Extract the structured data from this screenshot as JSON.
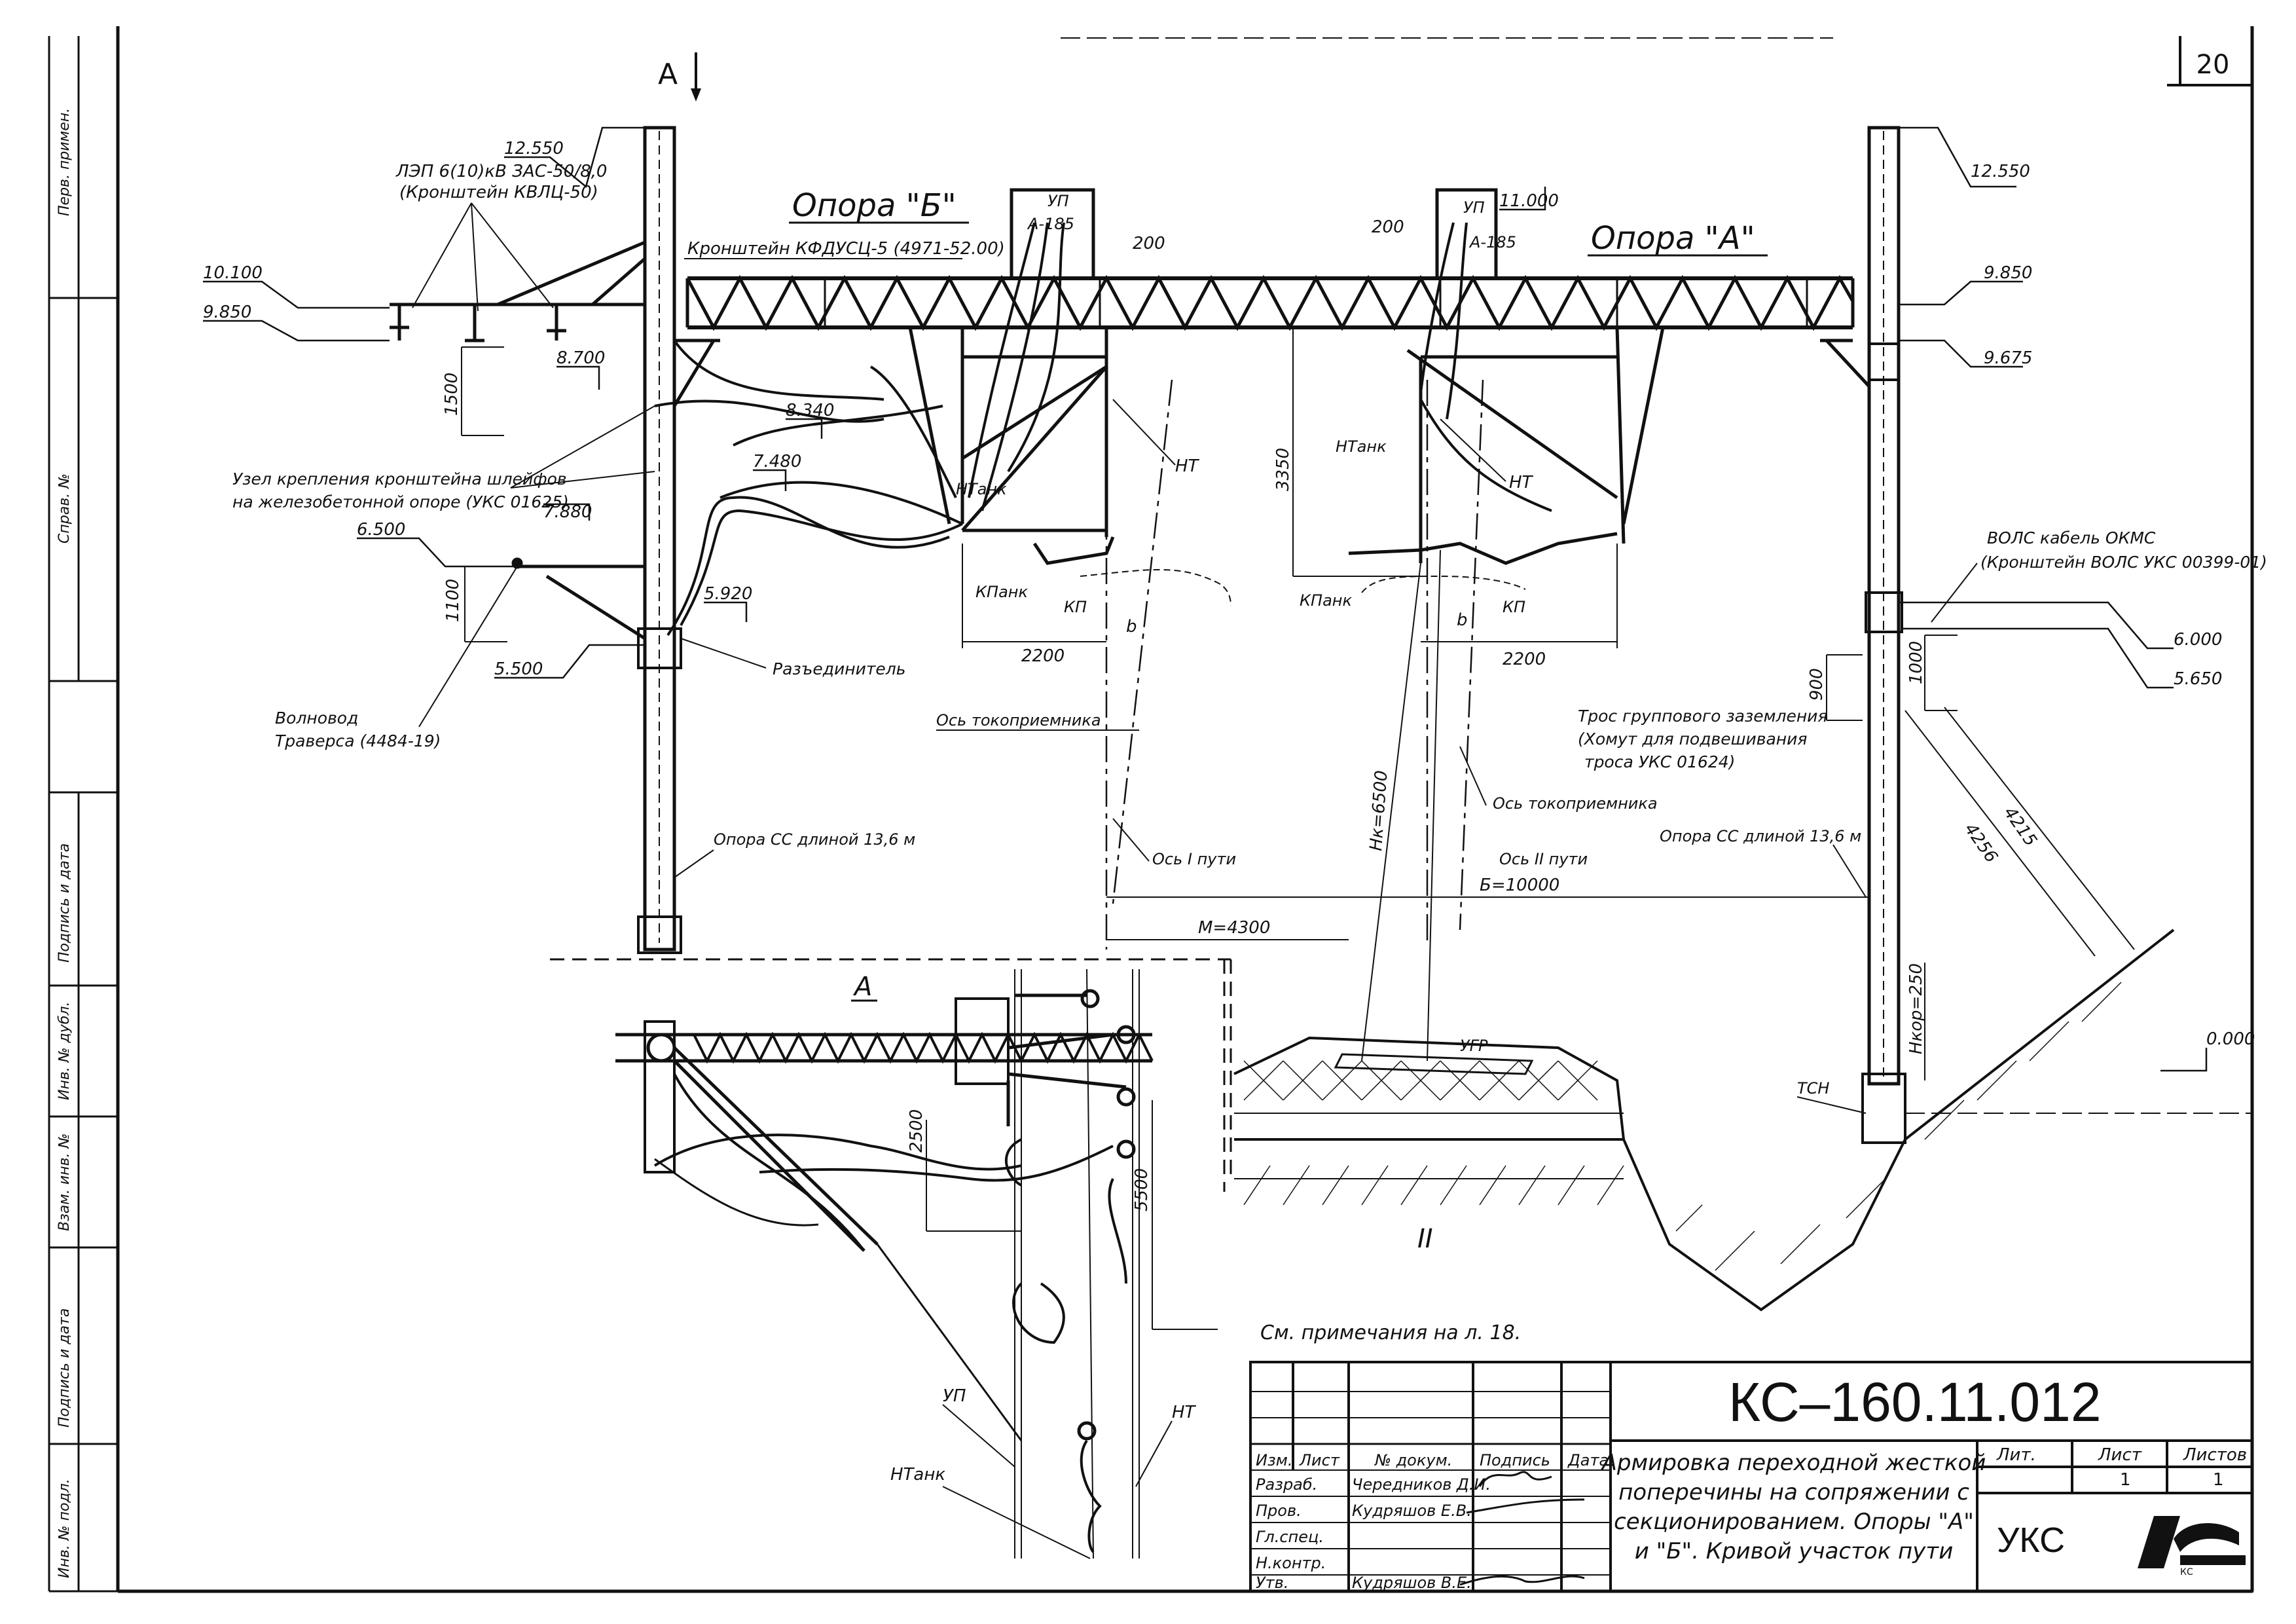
{
  "sheet_number": "20",
  "view": {
    "section_mark": "А",
    "section_mark_bottom": "А",
    "track_axis_mark": "II",
    "opora_b": "Опора \"Б\"",
    "opora_a": "Опора \"А\""
  },
  "elevations": {
    "e12550_left": "12.550",
    "e12550_right": "12.550",
    "e10100": "10.100",
    "e9850_left": "9.850",
    "e9850_right": "9.850",
    "e9675": "9.675",
    "e11000": "11.000",
    "e8700": "8.700",
    "e8340": "8.340",
    "e7480": "7.480",
    "e7880": "7.880",
    "e6500": "6.500",
    "e5920": "5.920",
    "e5500": "5.500",
    "e6000": "6.000",
    "e5650": "5.650",
    "e0000": "0.000"
  },
  "dimensions": {
    "d1500": "1500",
    "d1100": "1100",
    "d200_left": "200",
    "d200_right": "200",
    "d3350": "3350",
    "d2200_left": "2200",
    "d2200_right": "2200",
    "b_left": "b",
    "b_right": "b",
    "d900": "900",
    "d1000": "1000",
    "d4215": "4215",
    "d4256": "4256",
    "h6500": "Нк=6500",
    "b10000": "Б=10000",
    "m4300": "М=4300",
    "h250": "Нкор=250",
    "d2500": "2500",
    "d5500": "5500"
  },
  "labels": {
    "lep": "ЛЭП 6(10)кВ ЗАС-50/8,0",
    "lep_bracket": "(Кронштейн КВЛЦ-50)",
    "kfdusc": "Кронштейн КФДУСЦ-5 (4971-52.00)",
    "up_left": "УП",
    "a185_left": "А-185",
    "up_right": "УП",
    "a185_right": "А-185",
    "uzel1": "Узел крепления кронштейна шлейфов",
    "uzel2": "на железобетонной опоре (УКС 01625)",
    "volnovod": "Волновод",
    "traversa": "Траверса  (4484-19)",
    "razed": "Разъединитель",
    "ntank_left": "НТанк",
    "nt_left": "НТ",
    "kpank_left": "КПанк",
    "kp_left": "КП",
    "ntank_right": "НТанк",
    "nt_right": "НТ",
    "kpank_right": "КПанк",
    "kp_right": "КП",
    "os_tokopr_left": "Ось токоприемника",
    "os_tokopr_right": "Ось токоприемника",
    "os1": "Ось I пути",
    "os2": "Ось II пути",
    "opora_cc_left": "Опора СС длиной 13,6  м",
    "opora_cc_right": "Опора СС длиной 13,6  м",
    "vols1": "ВОЛС кабель ОКМС",
    "vols2": "(Кронштейн ВОЛС УКС 00399-01)",
    "tros1": "Трос группового заземления",
    "tros2": "(Хомут для подвешивания",
    "tros3": "троса УКС 01624)",
    "ugr": "УГР",
    "tsn": "ТСН",
    "up_bottom": "УП",
    "nt_bottom": "НТ",
    "ntank_bottom": "НТанк",
    "note": "См. примечания на л. 18."
  },
  "side_stamp": [
    "Перв. примен.",
    "Справ. №",
    "Подпись и дата",
    "Инв. № дубл.",
    "Взам. инв. №",
    "Подпись и дата",
    "Инв. № подл."
  ],
  "title_block": {
    "code": "КС–160.11.012",
    "headers": [
      "Изм.",
      "Лист",
      "№ докум.",
      "Подпись",
      "Дата"
    ],
    "roles": [
      "Разраб.",
      "Пров.",
      "Гл.спец.",
      "Н.контр.",
      "Утв."
    ],
    "names": [
      "Чередников Д.И.",
      "Кудряшов Е.В.",
      "",
      "",
      "Кудряшов В.Е."
    ],
    "title_lines": [
      "Армировка переходной жесткой",
      "поперечины на сопряжении с",
      "секционированием. Опоры \"А\"",
      "и \"Б\". Кривой участок пути"
    ],
    "lit": "Лит.",
    "list": "Лист",
    "listov": "Листов",
    "list_value": "1",
    "listov_value": "1",
    "org": "УКС",
    "logo_text": "КС"
  }
}
